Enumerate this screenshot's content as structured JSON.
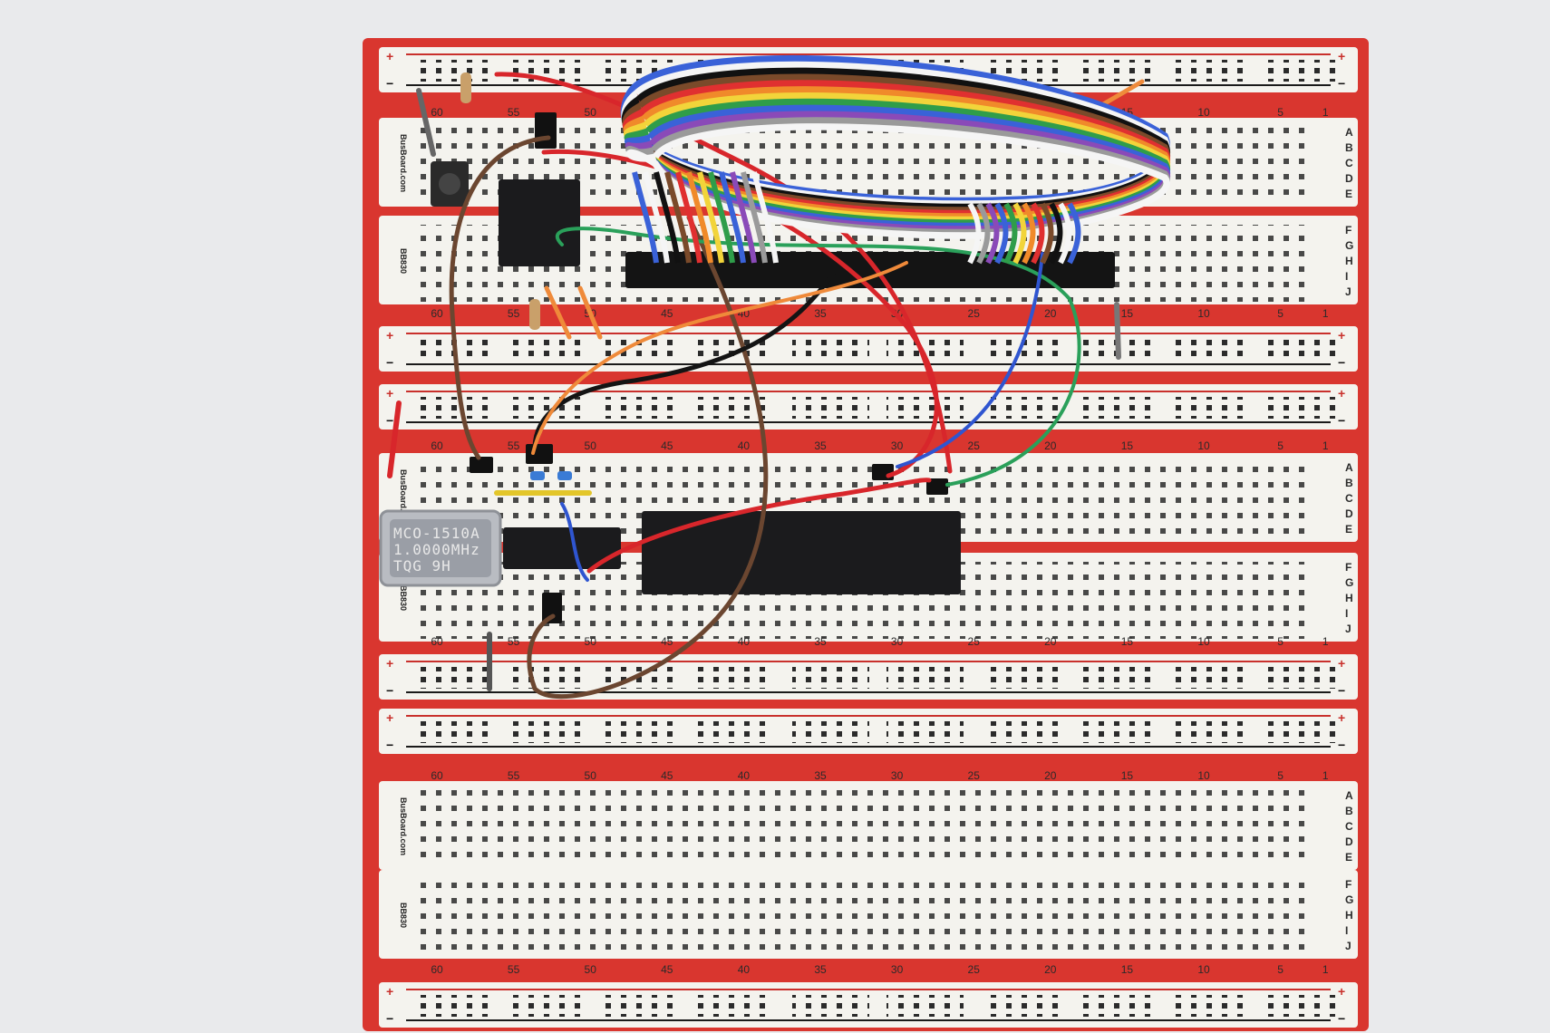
{
  "colors": {
    "background": "#e9eaec",
    "board_base": "#d9362f",
    "strip": "#f4f3ee",
    "hole": "#2b2b2b",
    "rail_red_line": "#c9302c",
    "rail_blue_line": "#1a1a1a",
    "chip": "#1b1b1d",
    "oscillator": "#b9bcc2"
  },
  "breadboard": {
    "brand_label": "BusBoard.com",
    "model_label": "BB830",
    "rail_plus": "+",
    "rail_minus": "−",
    "column_numbers": [
      "60",
      "55",
      "50",
      "45",
      "40",
      "35",
      "30",
      "25",
      "20",
      "15",
      "10",
      "5",
      "1"
    ],
    "rows_top": [
      "A",
      "B",
      "C",
      "D",
      "E"
    ],
    "rows_bottom": [
      "F",
      "G",
      "H",
      "I",
      "J"
    ]
  },
  "oscillator": {
    "line1": "MCO-1510A",
    "line2": "1.0000MHz",
    "line3": "TQG  9H"
  },
  "ribbon_colors": [
    "#3a62d8",
    "#f5f5f5",
    "#111111",
    "#7a4a2a",
    "#e03030",
    "#f08a2a",
    "#f2d43a",
    "#2f9d4a",
    "#3a62d8",
    "#8a4ab8",
    "#9a9a9a",
    "#f5f5f5"
  ],
  "wire_colors": {
    "red": "#d8262b",
    "brown": "#6b4630",
    "black": "#141414",
    "orange": "#ef8a3a",
    "blue": "#2f55d0",
    "green": "#2aa05a",
    "yellow": "#e3c62a"
  }
}
